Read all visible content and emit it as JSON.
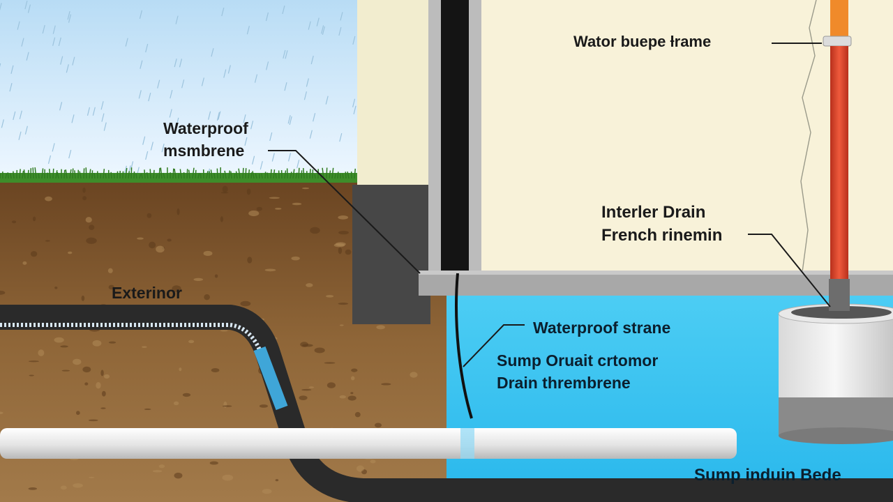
{
  "labels": {
    "water_pressure": "Wator buepe ƚrame",
    "membrane_line1": "Waterproof",
    "membrane_line2": "msmbrene",
    "interior_line1": "Interler Drain",
    "interior_line2": "French rinemin",
    "exterior": "Exterinor",
    "waterproof_strane": "Waterproof strane",
    "sump_line1": "Sump Oruait crtomor",
    "sump_line2": "Drain thrembrene",
    "sump_bottom": "Sump induin Bede"
  },
  "colors": {
    "sky": "#dcefff",
    "soil": "#8a6236",
    "grass": "#3e8d2a",
    "wall": "#f7f1d8",
    "water": "#36c2ee",
    "pipe": "#ececec",
    "riser": "#e0412b",
    "membrane": "#1b1b1b"
  },
  "icons": [
    "rain-drops",
    "grass-strip",
    "sump-pump",
    "vertical-riser-pipe",
    "drain-pipe"
  ]
}
